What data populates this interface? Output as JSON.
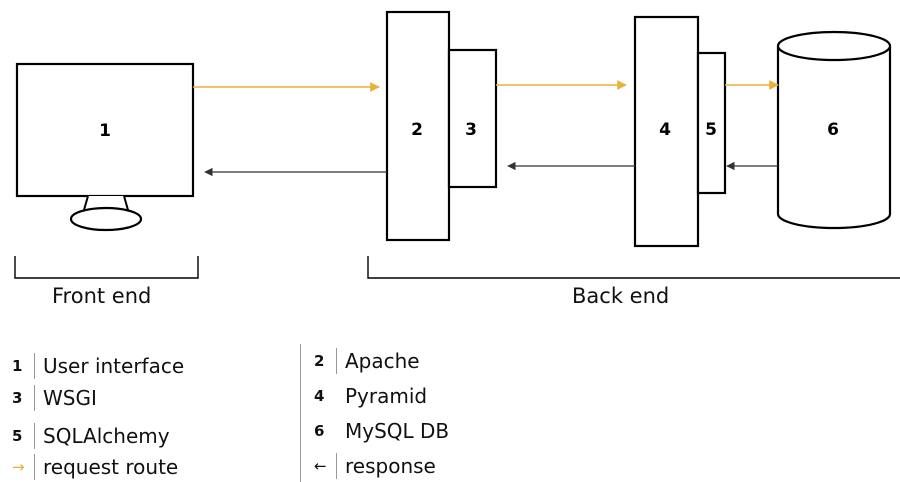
{
  "components": {
    "user_interface": "1",
    "apache": "2",
    "wsgi": "3",
    "pyramid": "4",
    "sqlalchemy": "5",
    "mysql_db": "6"
  },
  "sections": {
    "front_end": "Front end",
    "back_end": "Back end"
  },
  "legend": {
    "left": [
      {
        "key": "1",
        "label": "User interface"
      },
      {
        "key": "3",
        "label": "WSGI"
      },
      {
        "key": "5",
        "label": "SQLAlchemy"
      },
      {
        "key": "→",
        "label": "request route"
      }
    ],
    "right": [
      {
        "key": "2",
        "label": "Apache"
      },
      {
        "key": "4",
        "label": "Pyramid"
      },
      {
        "key": "6",
        "label": "MySQL DB"
      },
      {
        "key": "←",
        "label": "response"
      }
    ]
  },
  "colors": {
    "request_arrow": "#E8B23A",
    "response_arrow": "#333333"
  }
}
